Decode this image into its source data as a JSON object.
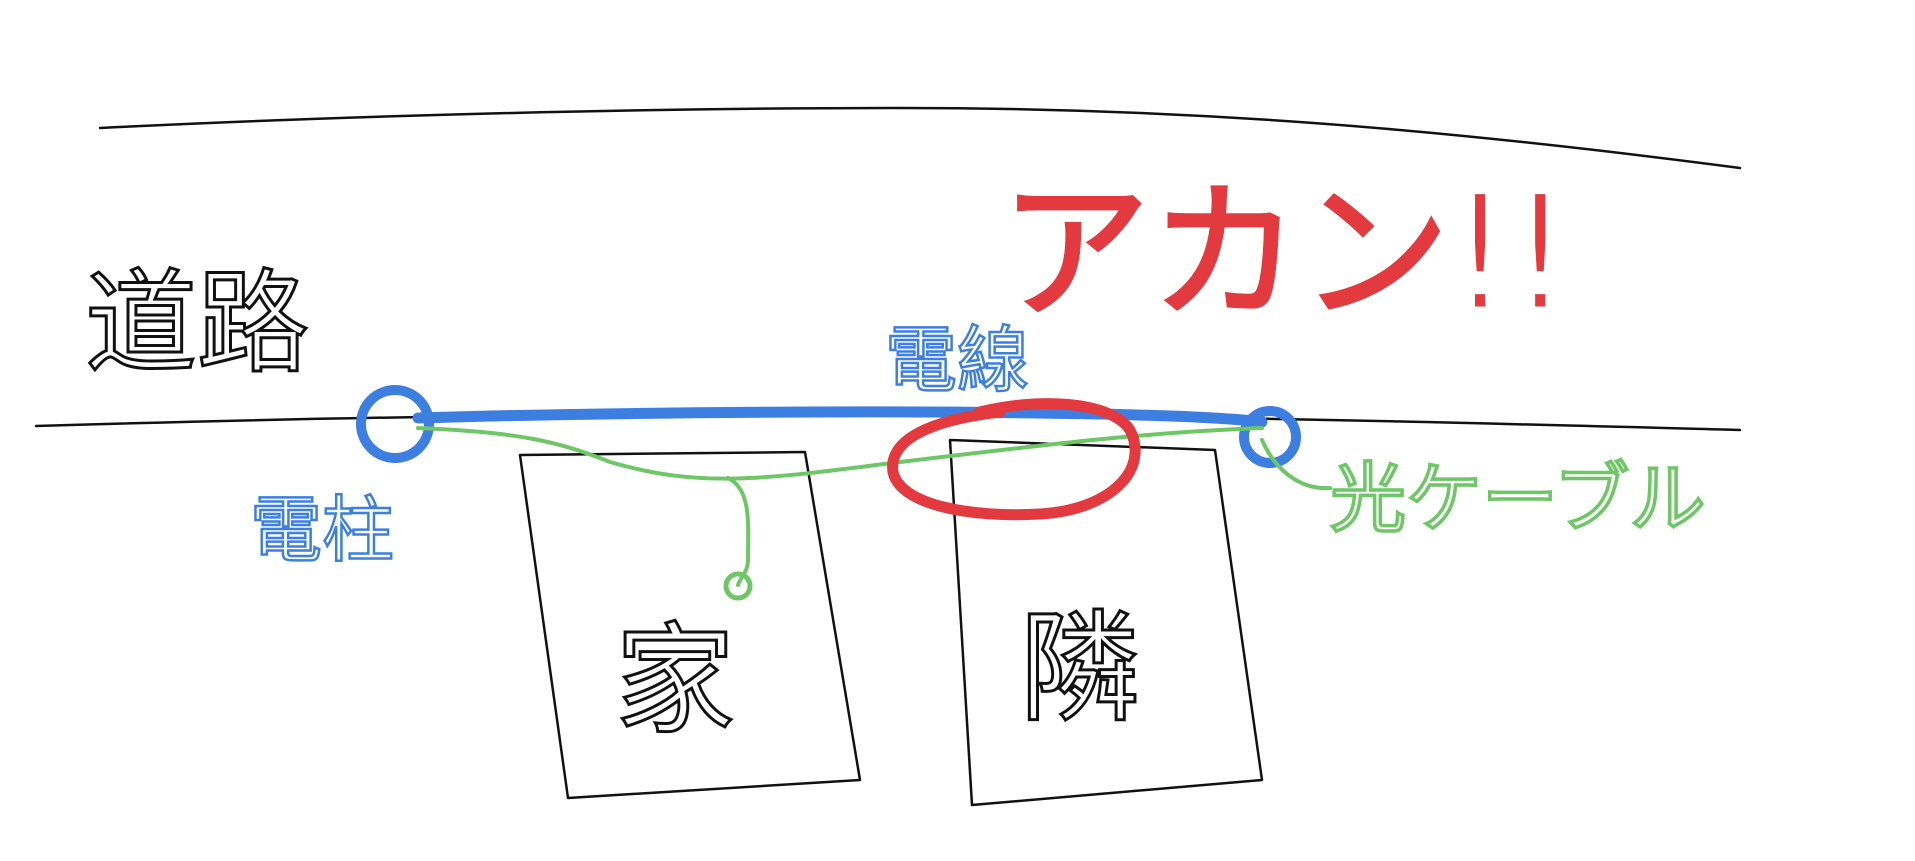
{
  "labels": {
    "road": "道路",
    "pole": "電柱",
    "wire": "電線",
    "fiber_cable": "光ケーブル",
    "house": "家",
    "neighbor": "隣",
    "alert": "アカン!!"
  },
  "colors": {
    "ink": "#111111",
    "power_line": "#3d7fe0",
    "fiber": "#6cc764",
    "alert": "#e23a3f",
    "background": "#ffffff"
  }
}
